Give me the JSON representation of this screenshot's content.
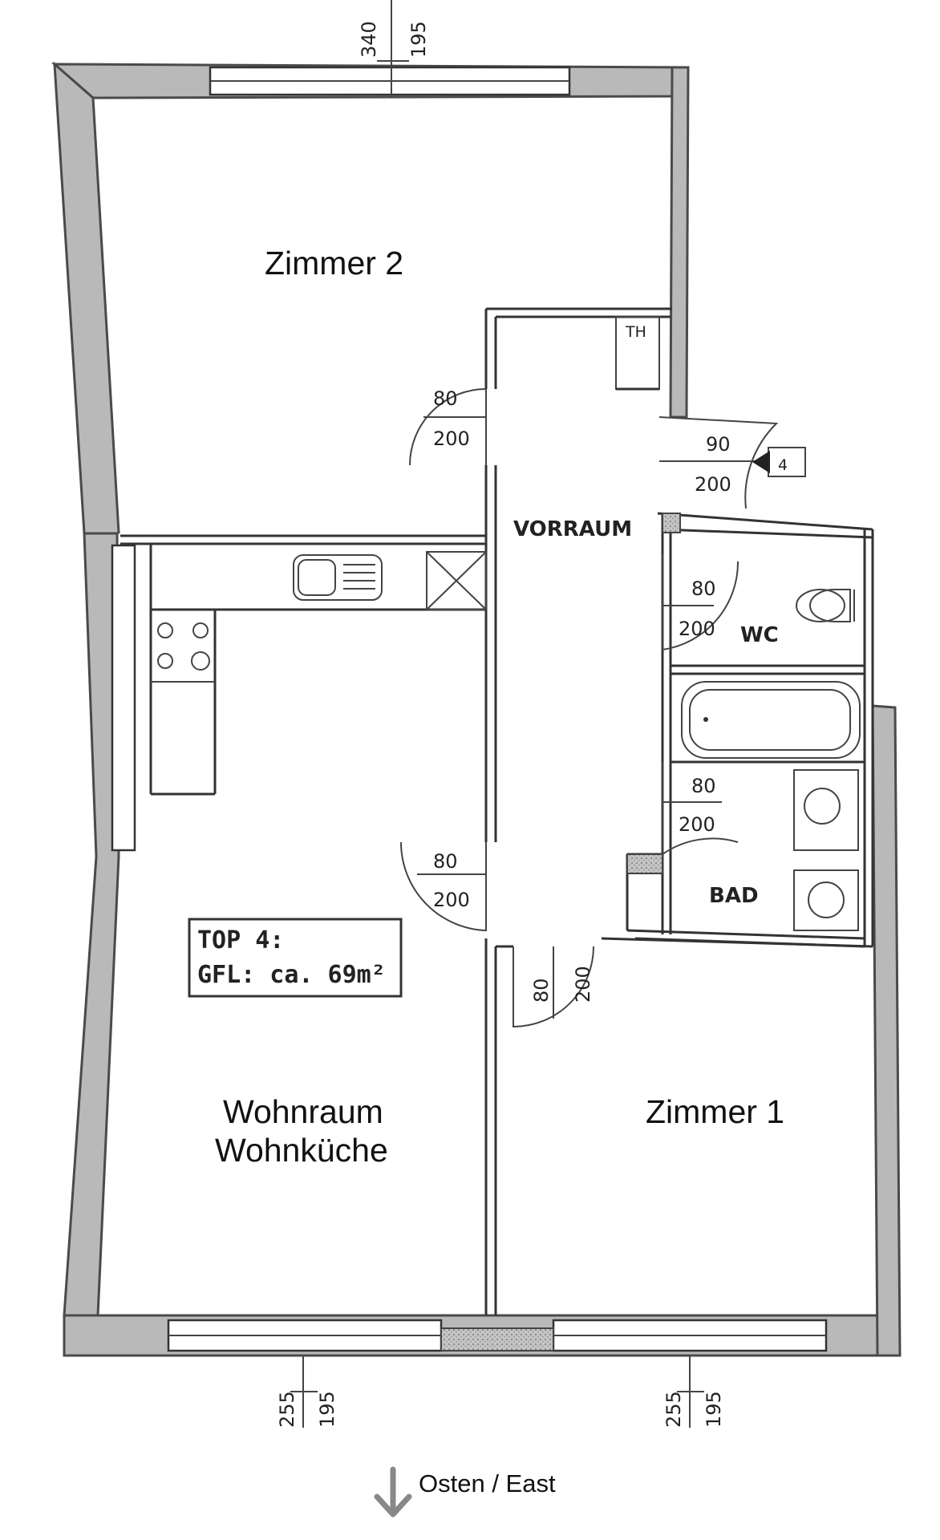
{
  "rooms": {
    "zimmer2": "Zimmer 2",
    "vorraum": "VORRAUM",
    "wc": "WC",
    "bad": "BAD",
    "wohnraum_line1": "Wohnraum",
    "wohnraum_line2": "Wohnküche",
    "zimmer1": "Zimmer 1",
    "th": "TH"
  },
  "info_box": {
    "line1": "TOP 4:",
    "line2": "GFL: ca. 69m²"
  },
  "doors": [
    {
      "id": "zimmer2-door",
      "width": "80",
      "height": "200"
    },
    {
      "id": "entrance-door",
      "width": "90",
      "height": "200"
    },
    {
      "id": "wc-door",
      "width": "80",
      "height": "200"
    },
    {
      "id": "bad-door",
      "width": "80",
      "height": "200"
    },
    {
      "id": "wohnraum-door",
      "width": "80",
      "height": "200"
    },
    {
      "id": "zimmer1-door",
      "width": "80",
      "height": "200"
    }
  ],
  "unit_tag": "4",
  "window_dims": {
    "top": {
      "a": "340",
      "b": "195"
    },
    "bottom_left": {
      "a": "255",
      "b": "195"
    },
    "bottom_right": {
      "a": "255",
      "b": "195"
    }
  },
  "compass": {
    "label": "Osten / East",
    "icon": "arrow-down-icon"
  }
}
